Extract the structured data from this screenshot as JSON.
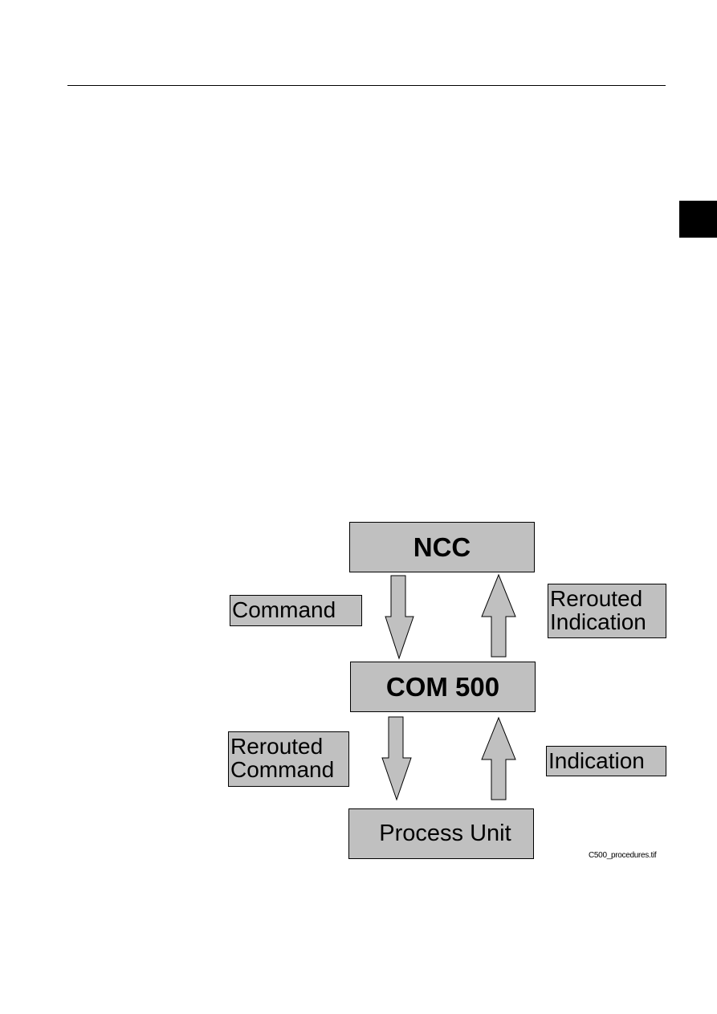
{
  "diagram": {
    "nodes": {
      "ncc": "NCC",
      "com500": "COM 500",
      "process_unit": "Process Unit"
    },
    "labels": {
      "command": "Command",
      "rerouted_indication": "Rerouted\nIndication",
      "rerouted_command": "Rerouted\nCommand",
      "indication": "Indication"
    },
    "edges": [
      {
        "from": "NCC",
        "to": "COM 500",
        "label": "Command"
      },
      {
        "from": "COM 500",
        "to": "NCC",
        "label": "Rerouted Indication"
      },
      {
        "from": "COM 500",
        "to": "Process Unit",
        "label": "Rerouted Command"
      },
      {
        "from": "Process Unit",
        "to": "COM 500",
        "label": "Indication"
      }
    ],
    "caption": "C500_procedures.tif"
  },
  "colors": {
    "box_fill": "#c0c0c0",
    "stroke": "#000000"
  }
}
